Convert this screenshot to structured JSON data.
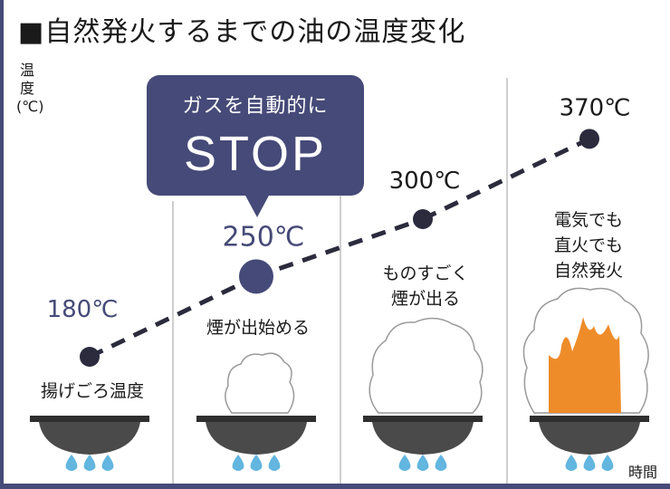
{
  "title": "■自然発火するまでの油の温度変化",
  "y_axis_label": [
    "温",
    "度",
    "(℃)"
  ],
  "x_axis_label": "時間",
  "callout": {
    "line1": "ガスを自動的に",
    "line2": "STOP"
  },
  "captions": {
    "stage1": "揚げごろ温度",
    "stage2": "煙が出始める",
    "stage3": [
      "ものすごく",
      "煙が出る"
    ],
    "stage4": [
      "電気でも",
      "直火でも",
      "自然発火"
    ]
  },
  "colors": {
    "frame": "#464a78",
    "highlight_point": "#464a78",
    "point": "#2b2b3d",
    "line": "#2b2b3d",
    "grid": "#bfbfbf",
    "flame_blue": "#62b6df",
    "fire_orange": "#ef8c2a",
    "pan": "#4a4a4a"
  },
  "chart_data": {
    "type": "line",
    "x": [
      1,
      2,
      3,
      4
    ],
    "series": [
      {
        "values": [
          180,
          250,
          300,
          370
        ]
      }
    ],
    "point_labels": [
      "180℃",
      "250℃",
      "300℃",
      "370℃"
    ],
    "highlighted_point": 1,
    "xlabel": "時間",
    "ylabel": "温度(℃)",
    "ylim": [
      120,
      420
    ],
    "grid": "vertical",
    "line_style": "dashed"
  }
}
